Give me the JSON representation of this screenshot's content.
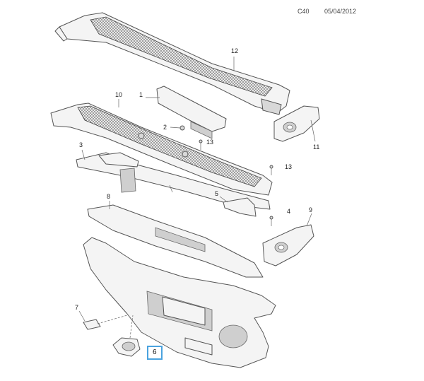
{
  "header": {
    "code": "C40",
    "date": "05/04/2012"
  },
  "callouts": [
    {
      "id": "12",
      "label": "12"
    },
    {
      "id": "10",
      "label": "10"
    },
    {
      "id": "1",
      "label": "1"
    },
    {
      "id": "2",
      "label": "2"
    },
    {
      "id": "13a",
      "label": "13"
    },
    {
      "id": "11",
      "label": "11"
    },
    {
      "id": "3",
      "label": "3"
    },
    {
      "id": "13b",
      "label": "13"
    },
    {
      "id": "8",
      "label": "8"
    },
    {
      "id": "5",
      "label": "5"
    },
    {
      "id": "4",
      "label": "4"
    },
    {
      "id": "9",
      "label": "9"
    },
    {
      "id": "7",
      "label": "7"
    },
    {
      "id": "6",
      "label": "6"
    }
  ],
  "selected_callout": "6",
  "colors": {
    "selection_border": "#4aa3df",
    "line": "#555555"
  }
}
